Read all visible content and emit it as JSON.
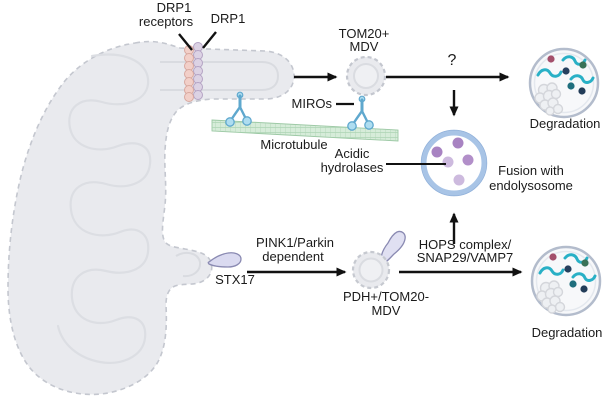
{
  "labels": {
    "drp1_receptors_line1": "DRP1",
    "drp1_receptors_line2": "receptors",
    "drp1": "DRP1",
    "tom20_mdv_line1": "TOM20+",
    "tom20_mdv_line2": "MDV",
    "question_mark": "?",
    "miros": "MIROs",
    "microtubule": "Microtubule",
    "acidic_line1": "Acidic",
    "acidic_line2": "hydrolases",
    "fusion_line1": "Fusion with",
    "fusion_line2": "endolysosome",
    "degradation_top": "Degradation",
    "pink1_line1": "PINK1/Parkin",
    "pink1_line2": "dependent",
    "stx17": "STX17",
    "pdh_mdv_line1": "PDH+/TOM20-",
    "pdh_mdv_line2": "MDV",
    "hops_line1": "HOPS complex/",
    "hops_line2": "SNAP29/VAMP7",
    "degradation_bottom": "Degradation"
  },
  "colors": {
    "mitochondrion_fill": "#e9eaee",
    "membrane_dash": "#c4c7cf",
    "cristae": "#dcdee3",
    "drp1_receptor_bead": "#f2cfc8",
    "drp1_receptor_stroke": "#d8a89f",
    "drp1_bead": "#dcd2e4",
    "drp1_bead_stroke": "#b4a3c4",
    "miro_motor_fill": "#aeddf0",
    "miro_motor_stroke": "#5fa8ce",
    "microtubule_fill": "#d6ecd9",
    "microtubule_stroke": "#9cc8a4",
    "mdv_fill": "#e9eaee",
    "endolysosome_ring": "#a8c4e6",
    "hydrolase_dot_dark": "#a883c2",
    "hydrolase_dot_light": "#cdbade",
    "lysosome_ring": "#b3bccc",
    "worm_teal": "#29b0c6",
    "dot_maroon": "#a34f6b",
    "dot_navy": "#26405e",
    "dot_teal": "#1f6e7d",
    "dot_green": "#3a7257",
    "stx17_flag_fill": "#dadaf0",
    "stx17_flag_stroke": "#8a8ab2",
    "arrow": "#111111"
  }
}
